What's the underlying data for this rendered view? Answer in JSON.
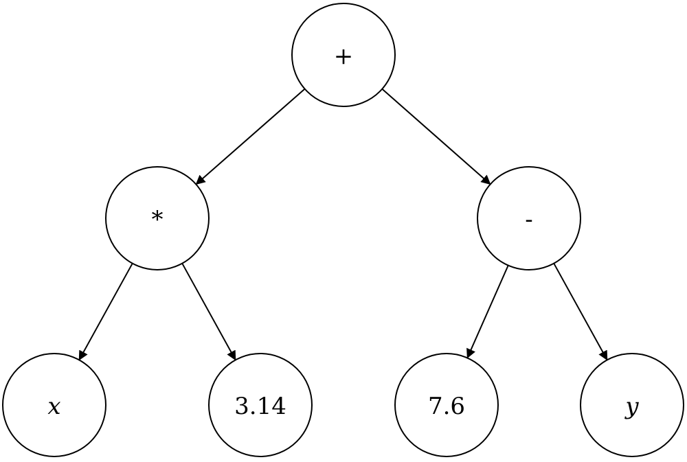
{
  "tree": {
    "nodes": [
      {
        "id": "plus",
        "label": "+",
        "italic": false
      },
      {
        "id": "times",
        "label": "*",
        "italic": false
      },
      {
        "id": "minus",
        "label": "-",
        "italic": false
      },
      {
        "id": "x",
        "label": "x",
        "italic": true
      },
      {
        "id": "pi",
        "label": "3.14",
        "italic": false
      },
      {
        "id": "seven",
        "label": "7.6",
        "italic": false
      },
      {
        "id": "y",
        "label": "y",
        "italic": true
      }
    ],
    "edges": [
      {
        "from": "plus",
        "to": "times"
      },
      {
        "from": "plus",
        "to": "minus"
      },
      {
        "from": "times",
        "to": "x"
      },
      {
        "from": "times",
        "to": "pi"
      },
      {
        "from": "minus",
        "to": "seven"
      },
      {
        "from": "minus",
        "to": "y"
      }
    ]
  }
}
